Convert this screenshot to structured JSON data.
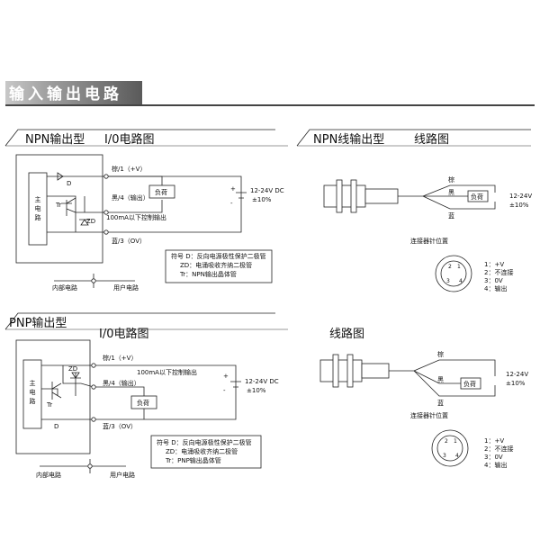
{
  "banner": {
    "title": "输入输出电路"
  },
  "npn": {
    "tab1": "NPN输出型",
    "tab2": "I/0电路图",
    "main_circuit": "主\n电\n路",
    "D": "D",
    "Tr": "Tr",
    "ZD": "ZD",
    "brown": "棕/1（+V）",
    "black": "黑/4（输出）",
    "blue": "蓝/3（OV）",
    "ctrl": "100mA以下控制输出",
    "load": "负荷",
    "supply1": "12-24V DC",
    "supply2": "±10%",
    "plus": "+",
    "minus": "-",
    "legend1": "符号 D：反向电源极性保护二极管",
    "legend2": "ZD：电涌吸收齐纳二极管",
    "legend3": "Tr：NPN输出晶体管",
    "internal": "内部电路",
    "user": "用户电路"
  },
  "npn_wire": {
    "tab1": "NPN线输出型",
    "tab2": "线路图",
    "brown": "棕",
    "black": "黑",
    "blue": "蓝",
    "load": "负荷",
    "supply1": "12-24V",
    "supply2": "±10%",
    "connector_title": "连接器针位置",
    "pins": [
      "1：+V",
      "2：不连接",
      "3：0V",
      "4：输出"
    ]
  },
  "pnp": {
    "tab1": "PNP输出型",
    "tab2": "I/0电路图",
    "main_circuit": "主\n电\n路",
    "D": "D",
    "Tr": "Tr",
    "ZD": "ZD",
    "brown": "棕/1（+V）",
    "black": "黑/4（输出）",
    "blue": "蓝/3（OV）",
    "ctrl": "100mA以下控制输出",
    "load": "负荷",
    "supply1": "12-24V DC",
    "supply2": "±10%",
    "plus": "+",
    "minus": "-",
    "legend1": "符号 D：反向电源极性保护二极管",
    "legend2": "ZD：电涌吸收齐纳二极管",
    "legend3": "Tr：PNP输出晶体管",
    "internal": "内部电路",
    "user": "用户电路"
  },
  "pnp_wire": {
    "tab2": "线路图",
    "brown": "棕",
    "black": "黑",
    "blue": "蓝",
    "load": "负荷",
    "supply1": "12-24V",
    "supply2": "±10%",
    "connector_title": "连接器针位置",
    "pins": [
      "1：+V",
      "2：不连接",
      "3：0V",
      "4：输出"
    ]
  }
}
